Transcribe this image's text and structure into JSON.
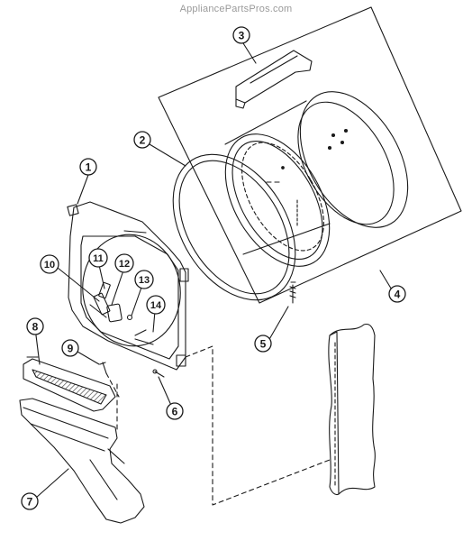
{
  "watermark": "AppliancePartsPros.com",
  "callouts": [
    "1",
    "2",
    "3",
    "4",
    "5",
    "6",
    "7",
    "8",
    "9",
    "10",
    "11",
    "12",
    "13",
    "14"
  ],
  "colors": {
    "line": "#1a1a1a",
    "hatch": "#333333",
    "watermark": "#9a9a9a"
  }
}
